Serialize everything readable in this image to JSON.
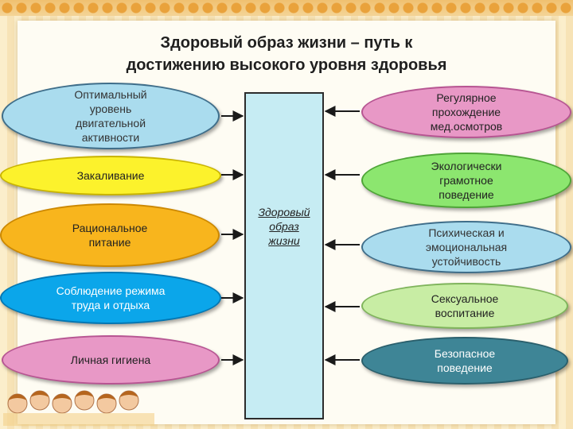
{
  "title": {
    "line1": "Здоровый образ жизни – путь к",
    "line2": "достижению высокого уровня здоровья"
  },
  "center": {
    "line1": "Здоровый",
    "line2": "образ",
    "line3": "жизни"
  },
  "left_items": [
    {
      "lines": [
        "Оптимальный",
        "уровень",
        "двигательной",
        "активности"
      ],
      "color": "#aadcee"
    },
    {
      "lines": [
        "Закаливание"
      ],
      "color": "#fcf22c"
    },
    {
      "lines": [
        "Рациональное",
        "питание"
      ],
      "color": "#f8b51d"
    },
    {
      "lines": [
        "Соблюдение режима",
        "труда и отдыха"
      ],
      "color": "#0ba6ea"
    },
    {
      "lines": [
        "Личная гигиена"
      ],
      "color": "#e898c6"
    }
  ],
  "right_items": [
    {
      "lines": [
        "Регулярное",
        "прохождение",
        "мед.осмотров"
      ],
      "color": "#e898c6"
    },
    {
      "lines": [
        "Экологически",
        "грамотное",
        "поведение"
      ],
      "color": "#8ce66f"
    },
    {
      "lines": [
        "Психическая и",
        "эмоциональная",
        "устойчивость"
      ],
      "color": "#aadcee"
    },
    {
      "lines": [
        "Сексуальное",
        "воспитание"
      ],
      "color": "#c8eda4"
    },
    {
      "lines": [
        "Безопасное",
        "поведение"
      ],
      "color": "#3e8596"
    }
  ]
}
